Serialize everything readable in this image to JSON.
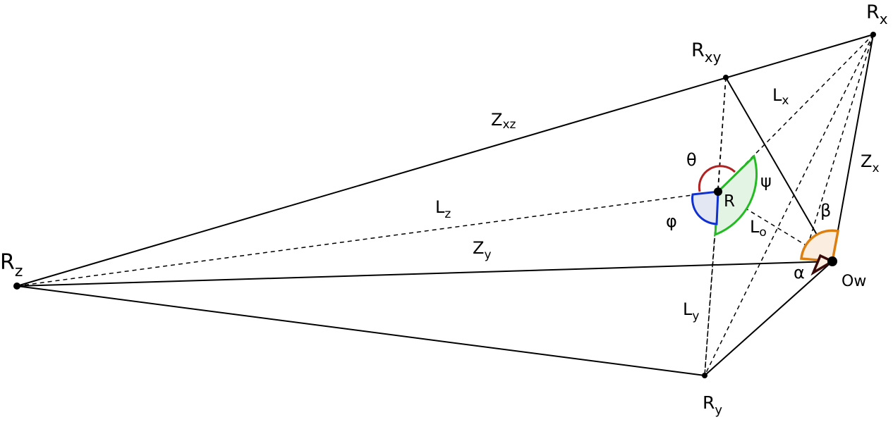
{
  "points": {
    "rx": {
      "main": "R",
      "sub": "x"
    },
    "rxy": {
      "main": "R",
      "sub": "xy"
    },
    "rz": {
      "main": "R",
      "sub": "z"
    },
    "ry": {
      "main": "R",
      "sub": "y"
    },
    "r": "R",
    "ow": "Ow"
  },
  "edges": {
    "zxz": {
      "main": "Z",
      "sub": "xz"
    },
    "zx": {
      "main": "Z",
      "sub": "x"
    },
    "zy": {
      "main": "Z",
      "sub": "y"
    },
    "lx": {
      "main": "L",
      "sub": "x"
    },
    "lz": {
      "main": "L",
      "sub": "z"
    },
    "ly": {
      "main": "L",
      "sub": "y"
    },
    "lo": {
      "main": "L",
      "sub": "o"
    }
  },
  "angles": {
    "theta": {
      "symbol": "θ",
      "color": "#e00000"
    },
    "psi": {
      "symbol": "ψ",
      "color": "#22bb22"
    },
    "phi": {
      "symbol": "φ",
      "color": "#1030d0"
    },
    "beta": {
      "symbol": "β",
      "color": "#ee8800"
    },
    "alpha": {
      "symbol": "α",
      "color": "#3a0a0a"
    }
  },
  "colors": {
    "theta_arc": "#b22222",
    "psi_fill": "#e4f4e4",
    "phi_fill": "#e3e6f3",
    "beta_fill": "#fbeee0"
  }
}
